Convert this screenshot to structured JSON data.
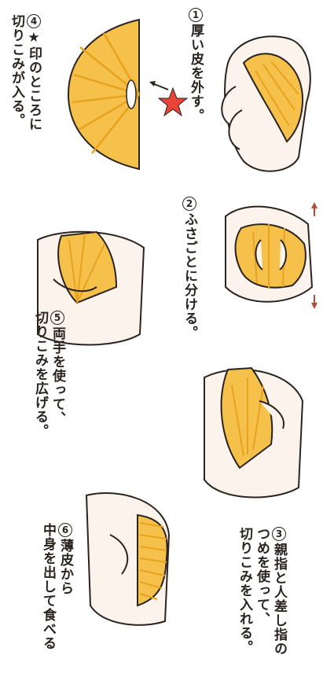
{
  "steps": [
    {
      "num": "1",
      "text": "厚い皮を外す。"
    },
    {
      "num": "2",
      "text": "ふさごとに分ける。"
    },
    {
      "num": "3",
      "line1": "親指と人差し指の",
      "line2": "つめを使って、",
      "line3": "切りこみを入れる。"
    },
    {
      "num": "4",
      "star": "★",
      "line1": "印のところに",
      "line2": "切りこみが入る。"
    },
    {
      "num": "5",
      "line1": "両手を使って、",
      "line2": "切りこみを広げる。"
    },
    {
      "num": "6",
      "line1": "薄皮から",
      "line2": "中身を出して食べる"
    }
  ],
  "colors": {
    "fruit": "#f6c14a",
    "fruit_dark": "#e6a320",
    "skin": "#fbf3ec",
    "outline": "#2a2420",
    "star": "#e8443a",
    "arrow": "#b84a3a"
  }
}
